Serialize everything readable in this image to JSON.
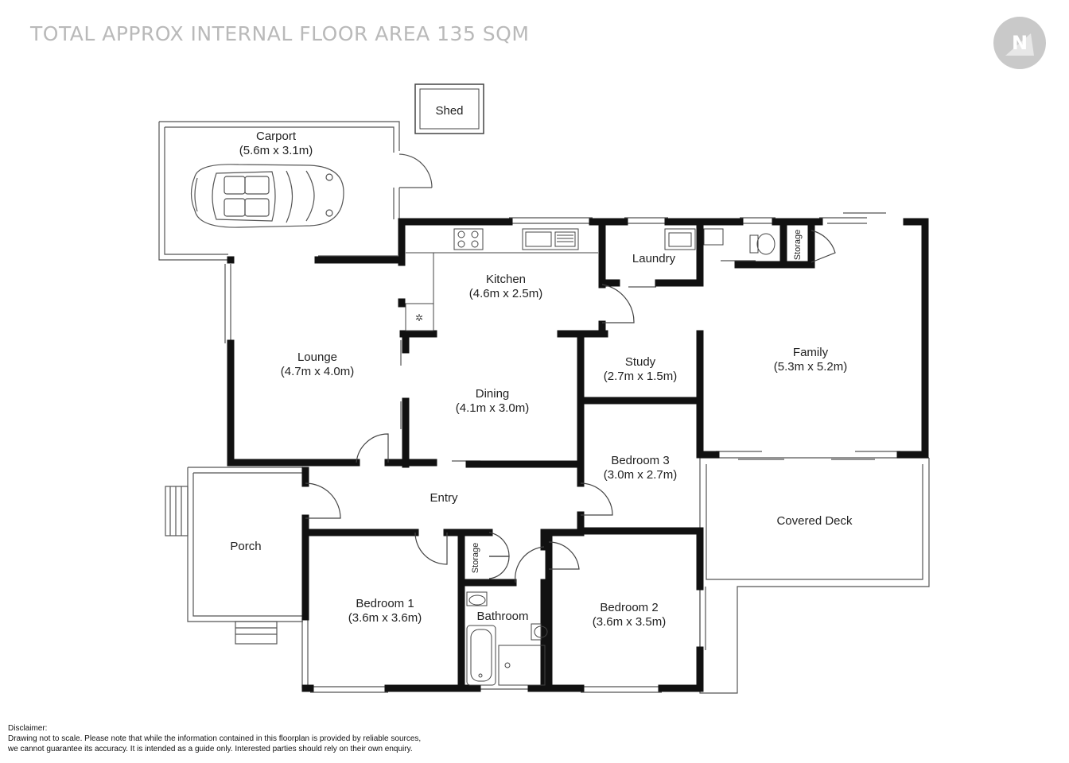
{
  "header": {
    "title": "TOTAL APPROX INTERNAL FLOOR AREA 135 SQM"
  },
  "compass": {
    "letter": "N"
  },
  "rooms": {
    "shed": {
      "name": "Shed"
    },
    "carport": {
      "name": "Carport",
      "size": "(5.6m x 3.1m)"
    },
    "kitchen": {
      "name": "Kitchen",
      "size": "(4.6m x 2.5m)"
    },
    "laundry": {
      "name": "Laundry"
    },
    "storage_top": {
      "name": "Storage"
    },
    "lounge": {
      "name": "Lounge",
      "size": "(4.7m x 4.0m)"
    },
    "dining": {
      "name": "Dining",
      "size": "(4.1m x 3.0m)"
    },
    "study": {
      "name": "Study",
      "size": "(2.7m x 1.5m)"
    },
    "family": {
      "name": "Family",
      "size": "(5.3m x 5.2m)"
    },
    "bedroom3": {
      "name": "Bedroom 3",
      "size": "(3.0m x 2.7m)"
    },
    "entry": {
      "name": "Entry"
    },
    "covered_deck": {
      "name": "Covered Deck"
    },
    "porch": {
      "name": "Porch"
    },
    "storage_hall": {
      "name": "Storage"
    },
    "bathroom": {
      "name": "Bathroom"
    },
    "bedroom1": {
      "name": "Bedroom 1",
      "size": "(3.6m x 3.6m)"
    },
    "bedroom2": {
      "name": "Bedroom 2",
      "size": "(3.6m x 3.5m)"
    }
  },
  "disclaimer": {
    "title": "Disclaimer:",
    "line1": "Drawing not to scale. Please note that while the information contained in this floorplan is provided by reliable sources,",
    "line2": "we cannot guarantee its accuracy. It is intended as a guide only. Interested parties should rely on their  own enquiry."
  },
  "colors": {
    "wall": "#111111",
    "thin_line": "#555555",
    "header_text": "#b9b9b9",
    "compass": "#c4c4c4"
  }
}
